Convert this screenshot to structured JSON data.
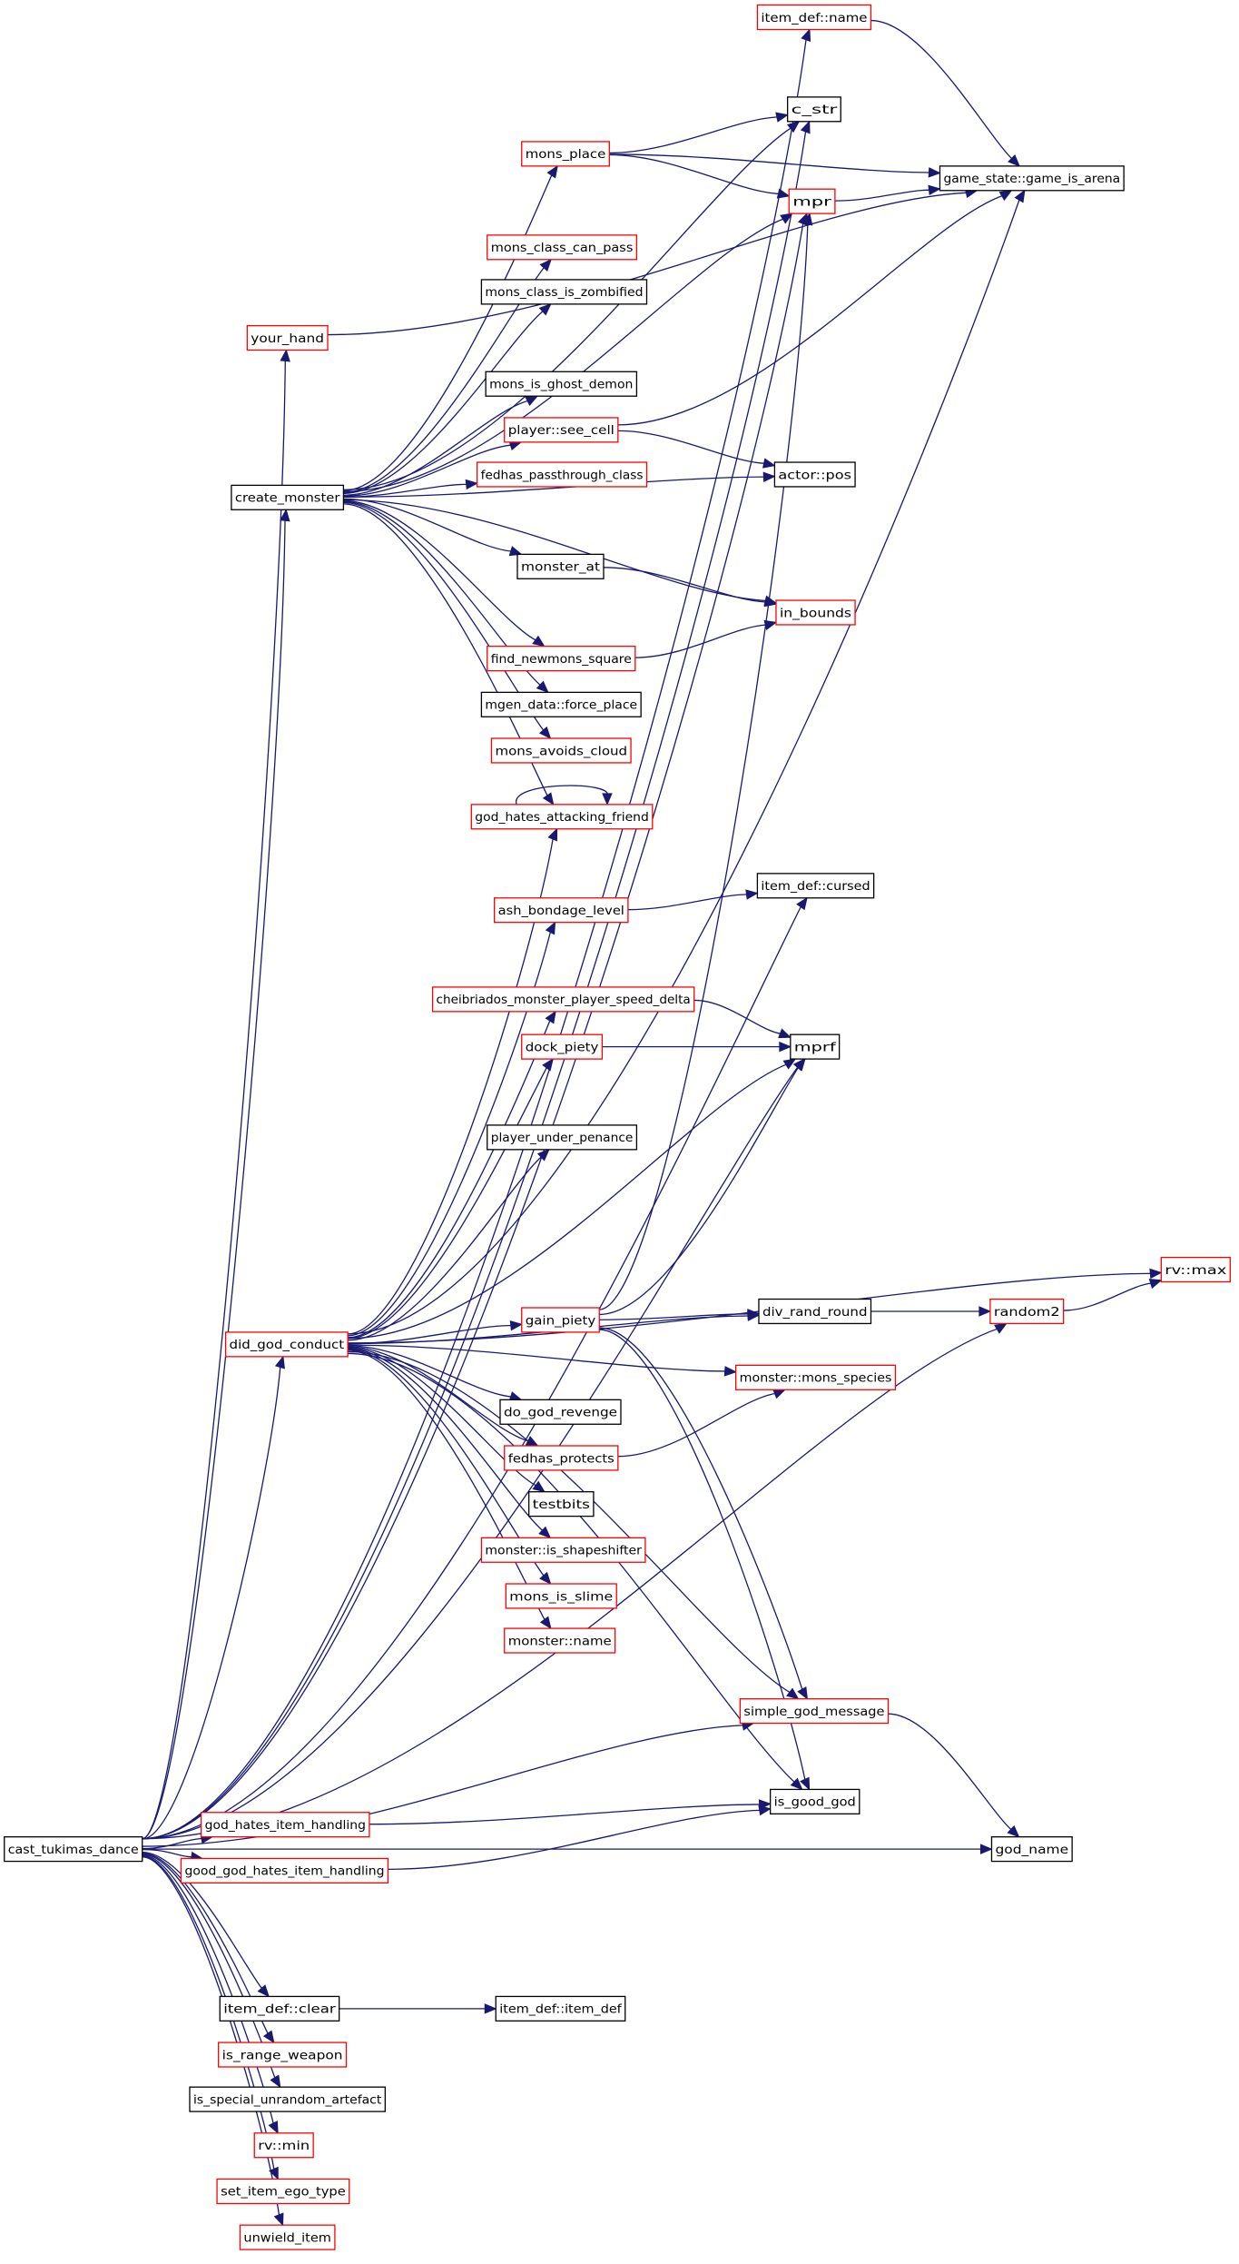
{
  "colors": {
    "edge": "#191970",
    "border_plain": "#000000",
    "border_truncated": "#ff0000",
    "root_fill": "#bfbfbf"
  },
  "nodes": [
    {
      "id": "cast_tukimas_dance",
      "label": "cast_tukimas_dance",
      "style": "root"
    },
    {
      "id": "item_def_name",
      "label": "item_def::name",
      "style": "red"
    },
    {
      "id": "c_str",
      "label": "c_str",
      "style": "black"
    },
    {
      "id": "mons_place",
      "label": "mons_place",
      "style": "red"
    },
    {
      "id": "game_is_arena",
      "label": "game_state::game_is_arena",
      "style": "black"
    },
    {
      "id": "mpr",
      "label": "mpr",
      "style": "red"
    },
    {
      "id": "mons_class_can_pass",
      "label": "mons_class_can_pass",
      "style": "red"
    },
    {
      "id": "mons_class_is_zombified",
      "label": "mons_class_is_zombified",
      "style": "black"
    },
    {
      "id": "your_hand",
      "label": "your_hand",
      "style": "red"
    },
    {
      "id": "mons_is_ghost_demon",
      "label": "mons_is_ghost_demon",
      "style": "black"
    },
    {
      "id": "player_see_cell",
      "label": "player::see_cell",
      "style": "red"
    },
    {
      "id": "fedhas_passthrough_class",
      "label": "fedhas_passthrough_class",
      "style": "red"
    },
    {
      "id": "actor_pos",
      "label": "actor::pos",
      "style": "black"
    },
    {
      "id": "create_monster",
      "label": "create_monster",
      "style": "black"
    },
    {
      "id": "monster_at",
      "label": "monster_at",
      "style": "black"
    },
    {
      "id": "in_bounds",
      "label": "in_bounds",
      "style": "red"
    },
    {
      "id": "find_newmons_square",
      "label": "find_newmons_square",
      "style": "red"
    },
    {
      "id": "mgen_force_place",
      "label": "mgen_data::force_place",
      "style": "black"
    },
    {
      "id": "mons_avoids_cloud",
      "label": "mons_avoids_cloud",
      "style": "red"
    },
    {
      "id": "god_hates_attacking_friend",
      "label": "god_hates_attacking_friend",
      "style": "red"
    },
    {
      "id": "item_def_cursed",
      "label": "item_def::cursed",
      "style": "black"
    },
    {
      "id": "ash_bondage_level",
      "label": "ash_bondage_level",
      "style": "red"
    },
    {
      "id": "cheibriados_speed_delta",
      "label": "cheibriados_monster_player_speed_delta",
      "style": "red"
    },
    {
      "id": "mprf",
      "label": "mprf",
      "style": "black"
    },
    {
      "id": "dock_piety",
      "label": "dock_piety",
      "style": "red"
    },
    {
      "id": "player_under_penance",
      "label": "player_under_penance",
      "style": "black"
    },
    {
      "id": "rv_max",
      "label": "rv::max",
      "style": "red"
    },
    {
      "id": "gain_piety",
      "label": "gain_piety",
      "style": "red"
    },
    {
      "id": "div_rand_round",
      "label": "div_rand_round",
      "style": "black"
    },
    {
      "id": "random2",
      "label": "random2",
      "style": "red"
    },
    {
      "id": "did_god_conduct",
      "label": "did_god_conduct",
      "style": "red"
    },
    {
      "id": "monster_mons_species",
      "label": "monster::mons_species",
      "style": "red"
    },
    {
      "id": "do_god_revenge",
      "label": "do_god_revenge",
      "style": "black"
    },
    {
      "id": "fedhas_protects",
      "label": "fedhas_protects",
      "style": "red"
    },
    {
      "id": "testbits",
      "label": "testbits",
      "style": "black"
    },
    {
      "id": "monster_is_shapeshifter",
      "label": "monster::is_shapeshifter",
      "style": "red"
    },
    {
      "id": "mons_is_slime",
      "label": "mons_is_slime",
      "style": "red"
    },
    {
      "id": "monster_name",
      "label": "monster::name",
      "style": "red"
    },
    {
      "id": "simple_god_message",
      "label": "simple_god_message",
      "style": "red"
    },
    {
      "id": "is_good_god",
      "label": "is_good_god",
      "style": "black"
    },
    {
      "id": "god_hates_item_handling",
      "label": "god_hates_item_handling",
      "style": "red"
    },
    {
      "id": "god_name",
      "label": "god_name",
      "style": "black"
    },
    {
      "id": "good_god_hates_item_handling",
      "label": "good_god_hates_item_handling",
      "style": "red"
    },
    {
      "id": "item_def_clear",
      "label": "item_def::clear",
      "style": "black"
    },
    {
      "id": "item_def_item_def",
      "label": "item_def::item_def",
      "style": "black"
    },
    {
      "id": "is_range_weapon",
      "label": "is_range_weapon",
      "style": "red"
    },
    {
      "id": "is_special_unrandom_artefact",
      "label": "is_special_unrandom_artefact",
      "style": "black"
    },
    {
      "id": "rv_min",
      "label": "rv::min",
      "style": "red"
    },
    {
      "id": "set_item_ego_type",
      "label": "set_item_ego_type",
      "style": "red"
    },
    {
      "id": "unwield_item",
      "label": "unwield_item",
      "style": "red"
    }
  ],
  "edges": [
    [
      "cast_tukimas_dance",
      "item_def_name"
    ],
    [
      "cast_tukimas_dance",
      "c_str"
    ],
    [
      "cast_tukimas_dance",
      "mpr"
    ],
    [
      "cast_tukimas_dance",
      "your_hand"
    ],
    [
      "cast_tukimas_dance",
      "create_monster"
    ],
    [
      "cast_tukimas_dance",
      "item_def_cursed"
    ],
    [
      "cast_tukimas_dance",
      "mprf"
    ],
    [
      "cast_tukimas_dance",
      "did_god_conduct"
    ],
    [
      "cast_tukimas_dance",
      "simple_god_message"
    ],
    [
      "cast_tukimas_dance",
      "god_hates_item_handling"
    ],
    [
      "cast_tukimas_dance",
      "good_god_hates_item_handling"
    ],
    [
      "cast_tukimas_dance",
      "random2"
    ],
    [
      "cast_tukimas_dance",
      "god_name"
    ],
    [
      "cast_tukimas_dance",
      "item_def_clear"
    ],
    [
      "cast_tukimas_dance",
      "is_range_weapon"
    ],
    [
      "cast_tukimas_dance",
      "is_special_unrandom_artefact"
    ],
    [
      "cast_tukimas_dance",
      "rv_min"
    ],
    [
      "cast_tukimas_dance",
      "set_item_ego_type"
    ],
    [
      "cast_tukimas_dance",
      "unwield_item"
    ],
    [
      "item_def_name",
      "game_is_arena"
    ],
    [
      "mons_place",
      "c_str"
    ],
    [
      "mons_place",
      "game_is_arena"
    ],
    [
      "mons_place",
      "mpr"
    ],
    [
      "mpr",
      "game_is_arena"
    ],
    [
      "your_hand",
      "game_is_arena"
    ],
    [
      "create_monster",
      "mons_place"
    ],
    [
      "create_monster",
      "c_str"
    ],
    [
      "create_monster",
      "mons_class_can_pass"
    ],
    [
      "create_monster",
      "mons_class_is_zombified"
    ],
    [
      "create_monster",
      "mpr"
    ],
    [
      "create_monster",
      "mons_is_ghost_demon"
    ],
    [
      "create_monster",
      "player_see_cell"
    ],
    [
      "create_monster",
      "fedhas_passthrough_class"
    ],
    [
      "create_monster",
      "actor_pos"
    ],
    [
      "create_monster",
      "monster_at"
    ],
    [
      "create_monster",
      "in_bounds"
    ],
    [
      "create_monster",
      "find_newmons_square"
    ],
    [
      "create_monster",
      "mgen_force_place"
    ],
    [
      "create_monster",
      "mons_avoids_cloud"
    ],
    [
      "create_monster",
      "god_hates_attacking_friend"
    ],
    [
      "player_see_cell",
      "game_is_arena"
    ],
    [
      "player_see_cell",
      "actor_pos"
    ],
    [
      "monster_at",
      "in_bounds"
    ],
    [
      "find_newmons_square",
      "in_bounds"
    ],
    [
      "god_hates_attacking_friend",
      "god_hates_attacking_friend"
    ],
    [
      "ash_bondage_level",
      "item_def_cursed"
    ],
    [
      "cheibriados_speed_delta",
      "mprf"
    ],
    [
      "dock_piety",
      "mprf"
    ],
    [
      "gain_piety",
      "mpr"
    ],
    [
      "gain_piety",
      "mprf"
    ],
    [
      "gain_piety",
      "div_rand_round"
    ],
    [
      "gain_piety",
      "simple_god_message"
    ],
    [
      "gain_piety",
      "is_good_god"
    ],
    [
      "div_rand_round",
      "random2"
    ],
    [
      "random2",
      "rv_max"
    ],
    [
      "did_god_conduct",
      "god_hates_attacking_friend"
    ],
    [
      "did_god_conduct",
      "ash_bondage_level"
    ],
    [
      "did_god_conduct",
      "cheibriados_speed_delta"
    ],
    [
      "did_god_conduct",
      "dock_piety"
    ],
    [
      "did_god_conduct",
      "mprf"
    ],
    [
      "did_god_conduct",
      "player_under_penance"
    ],
    [
      "did_god_conduct",
      "game_is_arena"
    ],
    [
      "did_god_conduct",
      "rv_max"
    ],
    [
      "did_god_conduct",
      "div_rand_round"
    ],
    [
      "did_god_conduct",
      "gain_piety"
    ],
    [
      "did_god_conduct",
      "monster_mons_species"
    ],
    [
      "did_god_conduct",
      "do_god_revenge"
    ],
    [
      "did_god_conduct",
      "fedhas_protects"
    ],
    [
      "did_god_conduct",
      "testbits"
    ],
    [
      "did_god_conduct",
      "monster_is_shapeshifter"
    ],
    [
      "did_god_conduct",
      "mons_is_slime"
    ],
    [
      "did_god_conduct",
      "monster_name"
    ],
    [
      "did_god_conduct",
      "simple_god_message"
    ],
    [
      "did_god_conduct",
      "is_good_god"
    ],
    [
      "fedhas_protects",
      "monster_mons_species"
    ],
    [
      "simple_god_message",
      "god_name"
    ],
    [
      "god_hates_item_handling",
      "is_good_god"
    ],
    [
      "good_god_hates_item_handling",
      "is_good_god"
    ],
    [
      "item_def_clear",
      "item_def_item_def"
    ]
  ]
}
